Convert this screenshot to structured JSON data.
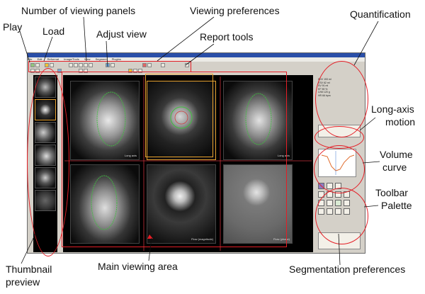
{
  "callouts": {
    "play": "Play",
    "load": "Load",
    "number_of_viewing_panels": "Number of viewing panels",
    "adjust_view": "Adjust view",
    "viewing_preferences": "Viewing preferences",
    "report_tools": "Report tools",
    "quantification": "Quantification",
    "long_axis_line1": "Long-axis",
    "long_axis_line2": "motion",
    "volume_line1": "Volume",
    "volume_line2": "curve",
    "toolbar_line1": "Toolbar",
    "toolbar_line2": "Palette",
    "thumbnail_line1": "Thumbnail",
    "thumbnail_line2": "preview",
    "main_viewing_area": "Main viewing area",
    "segmentation_preferences": "Segmentation preferences"
  },
  "window": {
    "menu": [
      "File",
      "Edit",
      "Reformat",
      "Image/Tools",
      "View",
      "Segment",
      "Plugins"
    ]
  },
  "panels": [
    {
      "label": "Long axis"
    },
    {
      "label": ""
    },
    {
      "label": "Long axis"
    },
    {
      "label": ""
    },
    {
      "label": "Flow (magnitude)"
    },
    {
      "label": "Flow (phase)"
    }
  ],
  "right_panel": {
    "quant_text": "EDV 153 ml\nESV 62 ml\nSV 91 ml\nEF 59 %\nLVM 120 g\nHR 66 bpm"
  },
  "colors": {
    "annotation": "#e41e26",
    "selected_panel": "#e8a230",
    "window_bg": "#d4d0c8",
    "title_bar": "#2a4fa8"
  }
}
